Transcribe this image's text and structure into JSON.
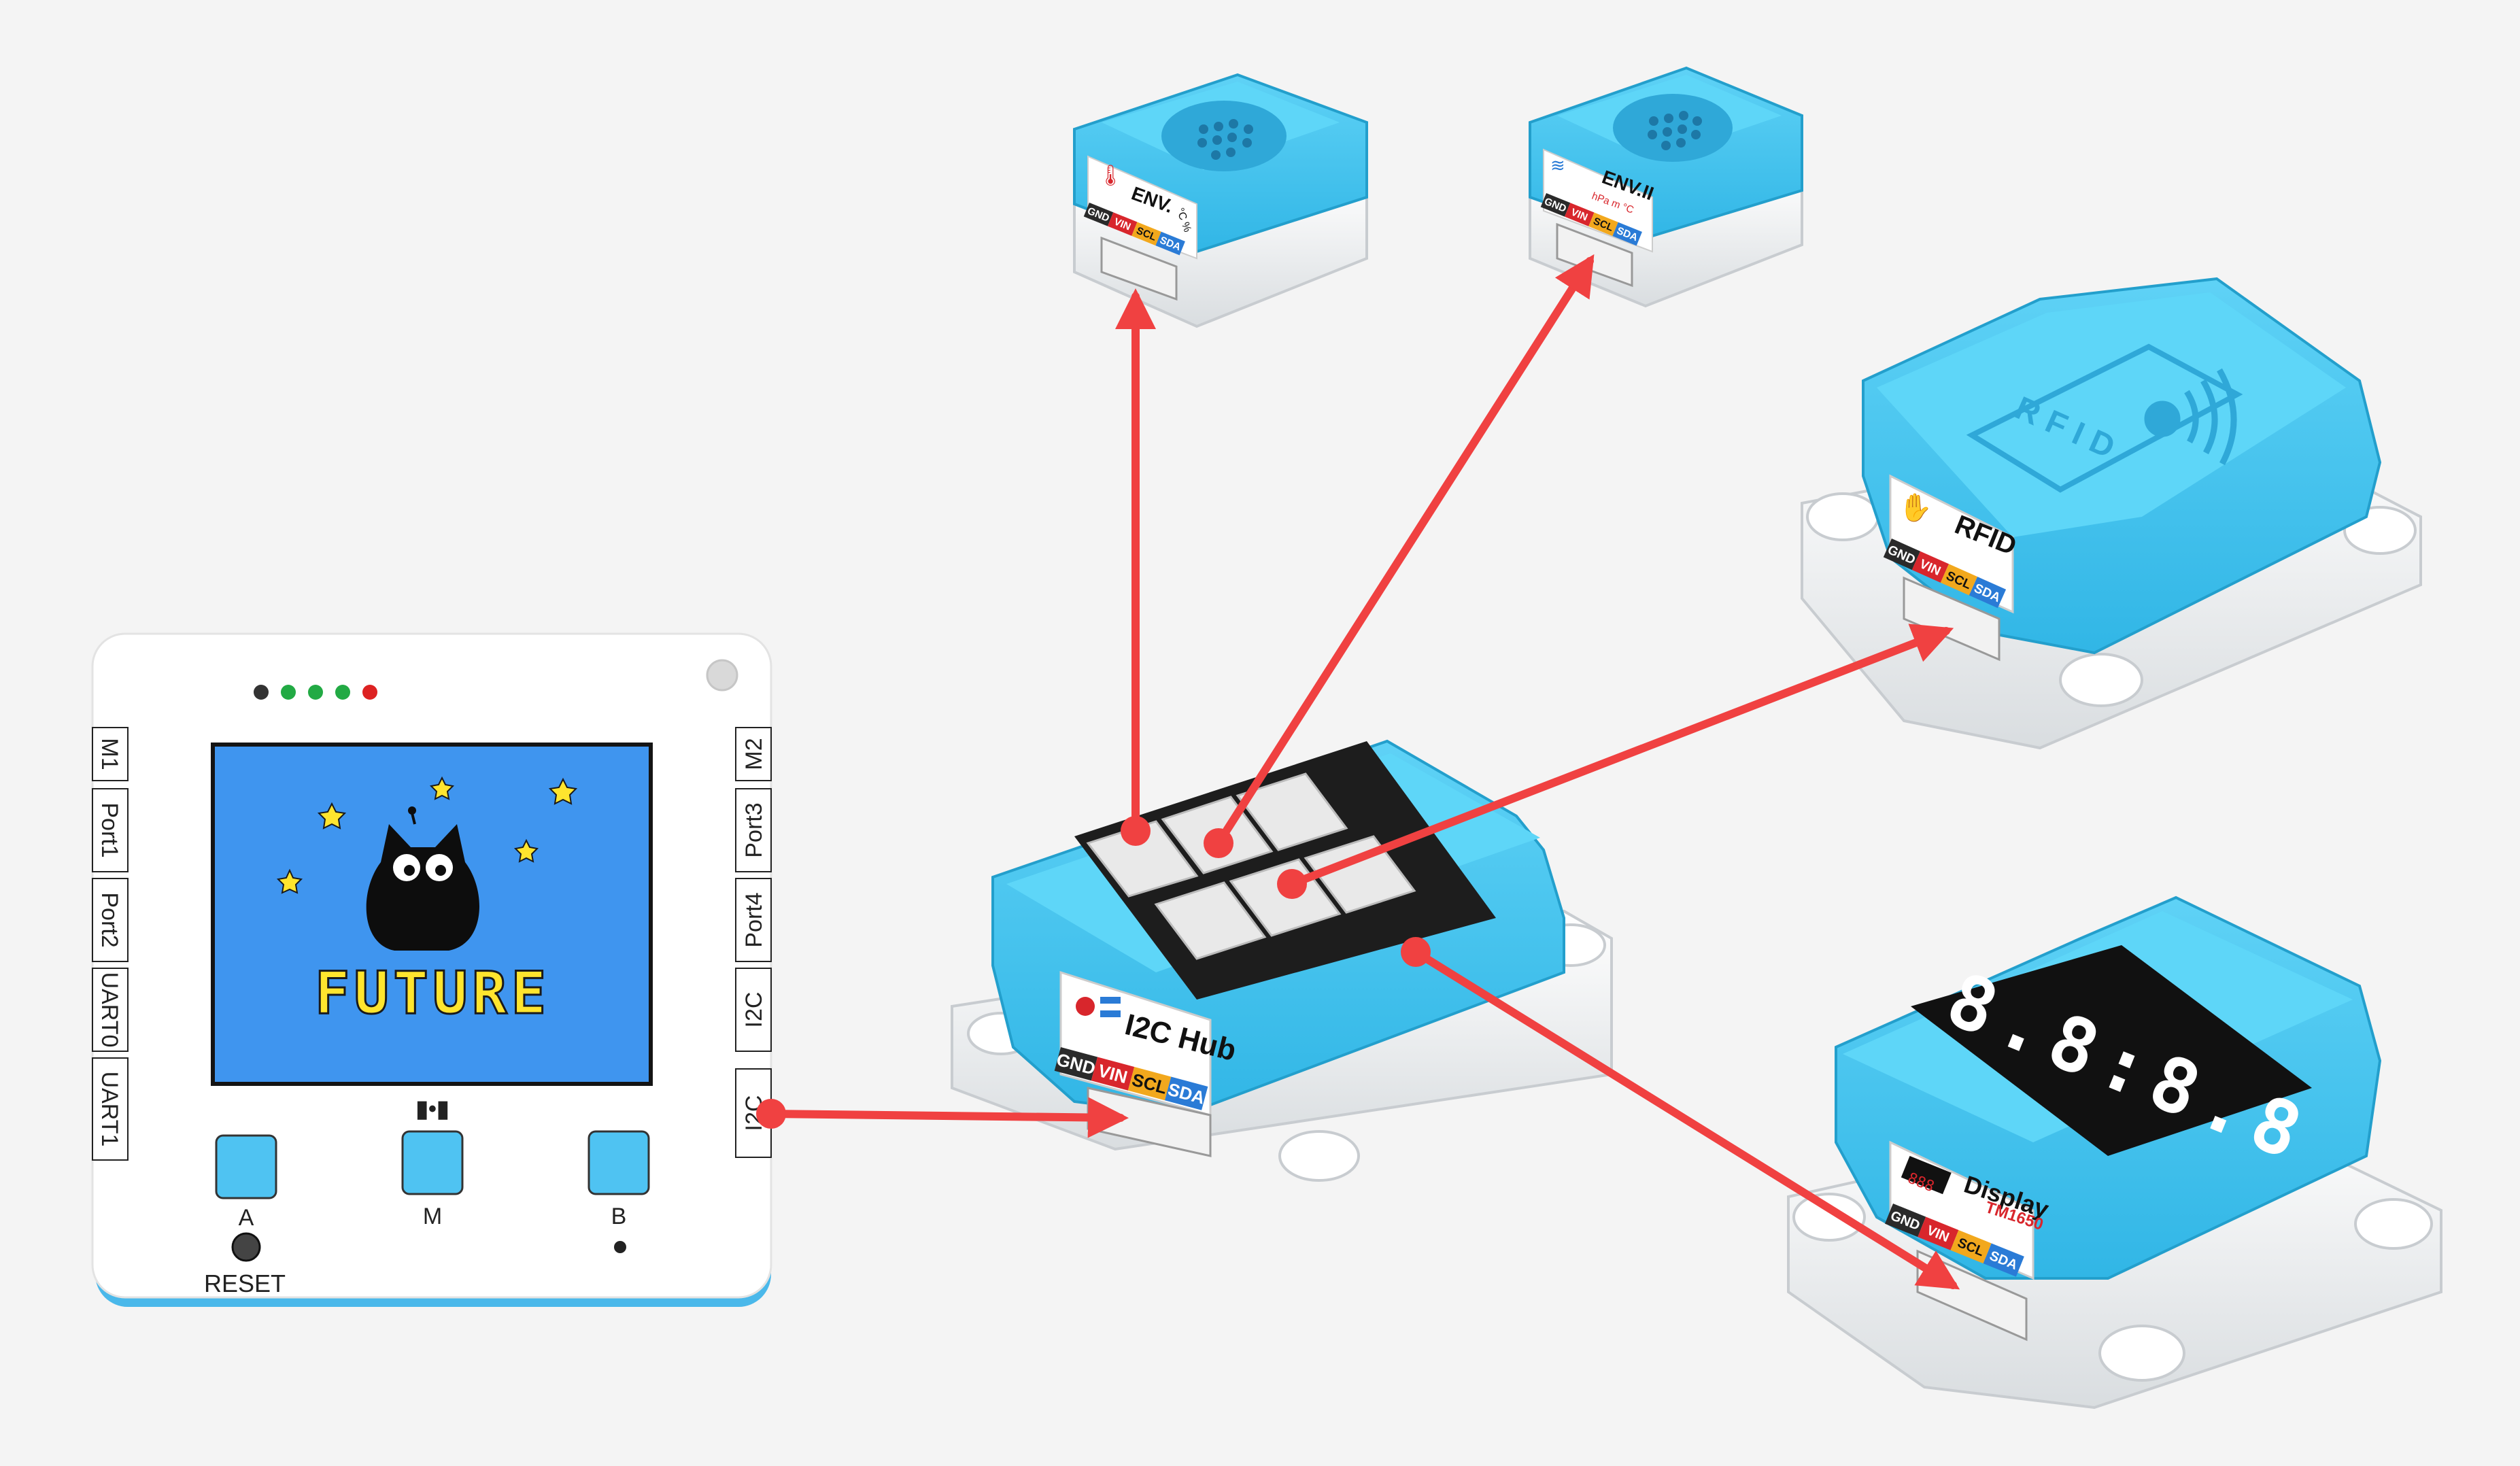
{
  "controller": {
    "screen_text": "FUTURE",
    "side_left": [
      "M1",
      "Port1",
      "Port2",
      "UART0",
      "UART1"
    ],
    "side_right": [
      "M2",
      "Port3",
      "Port4",
      "I2C",
      "I2C"
    ],
    "buttons": [
      {
        "label": "A"
      },
      {
        "label": "M"
      },
      {
        "label": "B"
      }
    ],
    "reset_label": "RESET",
    "mic_glyph": "▮•▮",
    "led_colors": [
      "#333333",
      "#22aa44",
      "#22aa44",
      "#22aa44",
      "#dd2222"
    ]
  },
  "hub": {
    "title": "I2C Hub"
  },
  "pins": [
    "GND",
    "VIN",
    "SCL",
    "SDA"
  ],
  "pin_colors": [
    "#2a2a2a",
    "#d8262c",
    "#f2a81d",
    "#2a7bd6"
  ],
  "modules": {
    "env": {
      "title": "ENV.",
      "units": "°C %"
    },
    "env2": {
      "title": "ENV.II",
      "units": "hPa m °C"
    },
    "rfid": {
      "title": "RFID",
      "cover_text": "RFID"
    },
    "display": {
      "title": "Display",
      "subtitle": "TM1650",
      "digits": "8.8:8.8",
      "icon_digits": "888"
    }
  },
  "colors": {
    "module_blue": "#3cc4f0",
    "arrow_red": "#f04141",
    "screen_blue": "#3f95ef",
    "text_yellow": "#ffe52e"
  }
}
